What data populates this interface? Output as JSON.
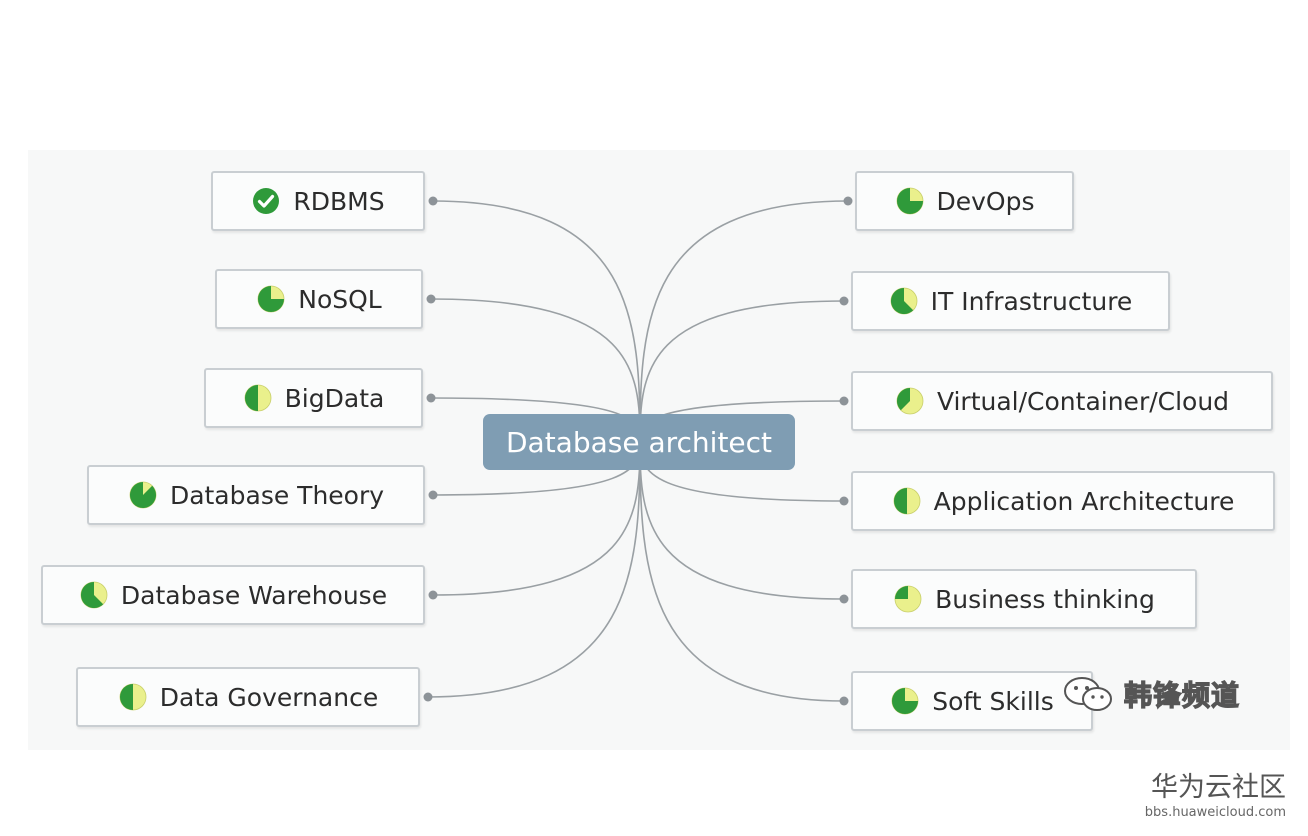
{
  "diagram": {
    "center": "Database architect",
    "left_nodes": [
      {
        "label": "RDBMS",
        "icon": "check-circle-icon",
        "progress": 1.0
      },
      {
        "label": "NoSQL",
        "icon": "progress-pie-icon",
        "progress": 0.75
      },
      {
        "label": "BigData",
        "icon": "progress-pie-icon",
        "progress": 0.5
      },
      {
        "label": "Database Theory",
        "icon": "progress-pie-icon",
        "progress": 0.875
      },
      {
        "label": "Database Warehouse",
        "icon": "progress-pie-icon",
        "progress": 0.625
      },
      {
        "label": "Data Governance",
        "icon": "progress-pie-icon",
        "progress": 0.5
      }
    ],
    "right_nodes": [
      {
        "label": "DevOps",
        "icon": "progress-pie-icon",
        "progress": 0.75
      },
      {
        "label": "IT Infrastructure",
        "icon": "progress-pie-icon",
        "progress": 0.625
      },
      {
        "label": "Virtual/Container/Cloud",
        "icon": "progress-pie-icon",
        "progress": 0.375
      },
      {
        "label": "Application Architecture",
        "icon": "progress-pie-icon",
        "progress": 0.5
      },
      {
        "label": "Business thinking",
        "icon": "progress-pie-icon",
        "progress": 0.25
      },
      {
        "label": "Soft Skills",
        "icon": "progress-pie-icon",
        "progress": 0.75
      }
    ]
  },
  "watermark": {
    "text": "韩锋频道",
    "icon": "wechat-icon"
  },
  "site": {
    "name_cn": "华为云社区",
    "url": "bbs.huaweicloud.com"
  },
  "colors": {
    "center_fill": "#7f9db3",
    "progress_green": "#2f9a3a",
    "progress_empty": "#eaf08c",
    "link": "#9aa0a4",
    "node_border": "#c9ced2"
  }
}
